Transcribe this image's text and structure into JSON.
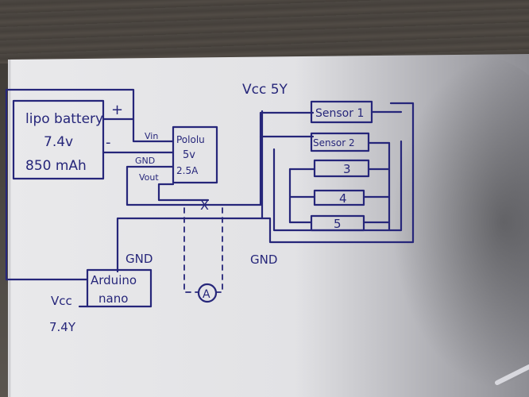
{
  "battery": {
    "label_line1": "lipo battery",
    "label_line2": "7.4v",
    "label_line3": "850 mAh",
    "plus": "+",
    "minus": "-"
  },
  "regulator": {
    "line1": "Pololu",
    "line2": "5v",
    "line3": "2.5A",
    "pin_vin": "Vin",
    "pin_gnd": "GND",
    "pin_vout": "Vout"
  },
  "vcc_top": "Vcc 5Y",
  "sensors": [
    "Sensor 1",
    "Sensor 2",
    "3",
    "4",
    "5"
  ],
  "gnd_left": "GND",
  "gnd_right": "GND",
  "arduino": {
    "line1": "Arduino",
    "line2": "nano"
  },
  "vcc_bottom_line1": "Vcc",
  "vcc_bottom_line2": "7.4Y",
  "break_mark": "X",
  "ammeter": "A"
}
